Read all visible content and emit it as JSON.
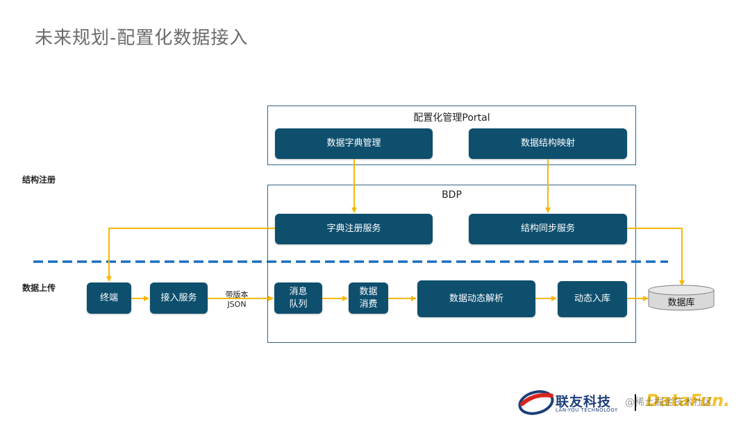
{
  "title": "未来规划-配置化数据接入",
  "sections": {
    "register": "结构注册",
    "upload": "数据上传"
  },
  "portal": {
    "title": "配置化管理Portal",
    "dict_mgmt": "数据字典管理",
    "struct_map": "数据结构映射"
  },
  "bdp": {
    "title": "BDP",
    "dict_reg": "字典注册服务",
    "struct_sync": "结构同步服务",
    "mq": "消息\n队列",
    "consume": "数据\n消费",
    "parse": "数据动态解析",
    "store": "动态入库"
  },
  "terminal": "终端",
  "access": "接入服务",
  "edge_label": "带版本\nJSON",
  "database": "数据库",
  "logo": {
    "name": "联友科技",
    "sub": "LAN-YOU TECHNOLOGY"
  },
  "watermark": "@稀土掘金技术社区",
  "brand": "DataFun.",
  "colors": {
    "box": "#0e4f6e",
    "frame": "#2f6486",
    "arrow": "#f5b800",
    "dashed": "#1a6fbf"
  }
}
